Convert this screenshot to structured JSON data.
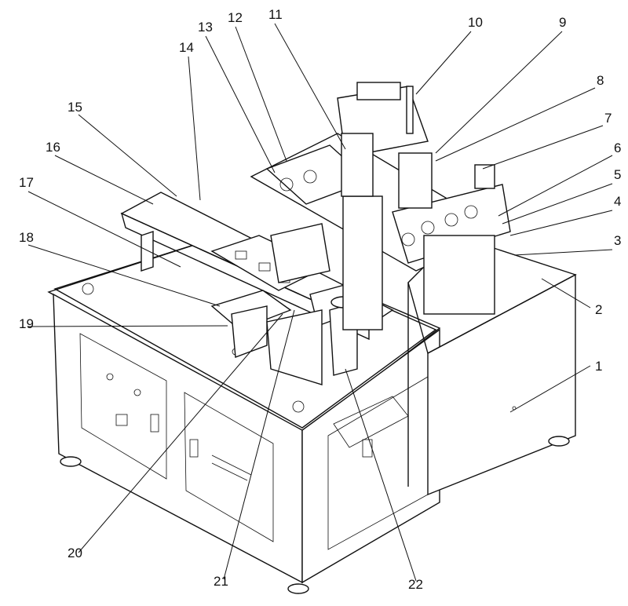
{
  "figure": {
    "reference_numerals": [
      "1",
      "2",
      "3",
      "4",
      "5",
      "6",
      "7",
      "8",
      "9",
      "10",
      "11",
      "12",
      "13",
      "14",
      "15",
      "16",
      "17",
      "18",
      "19",
      "20",
      "21",
      "22"
    ],
    "colors": {
      "line": "#111111",
      "background": "#ffffff"
    }
  }
}
